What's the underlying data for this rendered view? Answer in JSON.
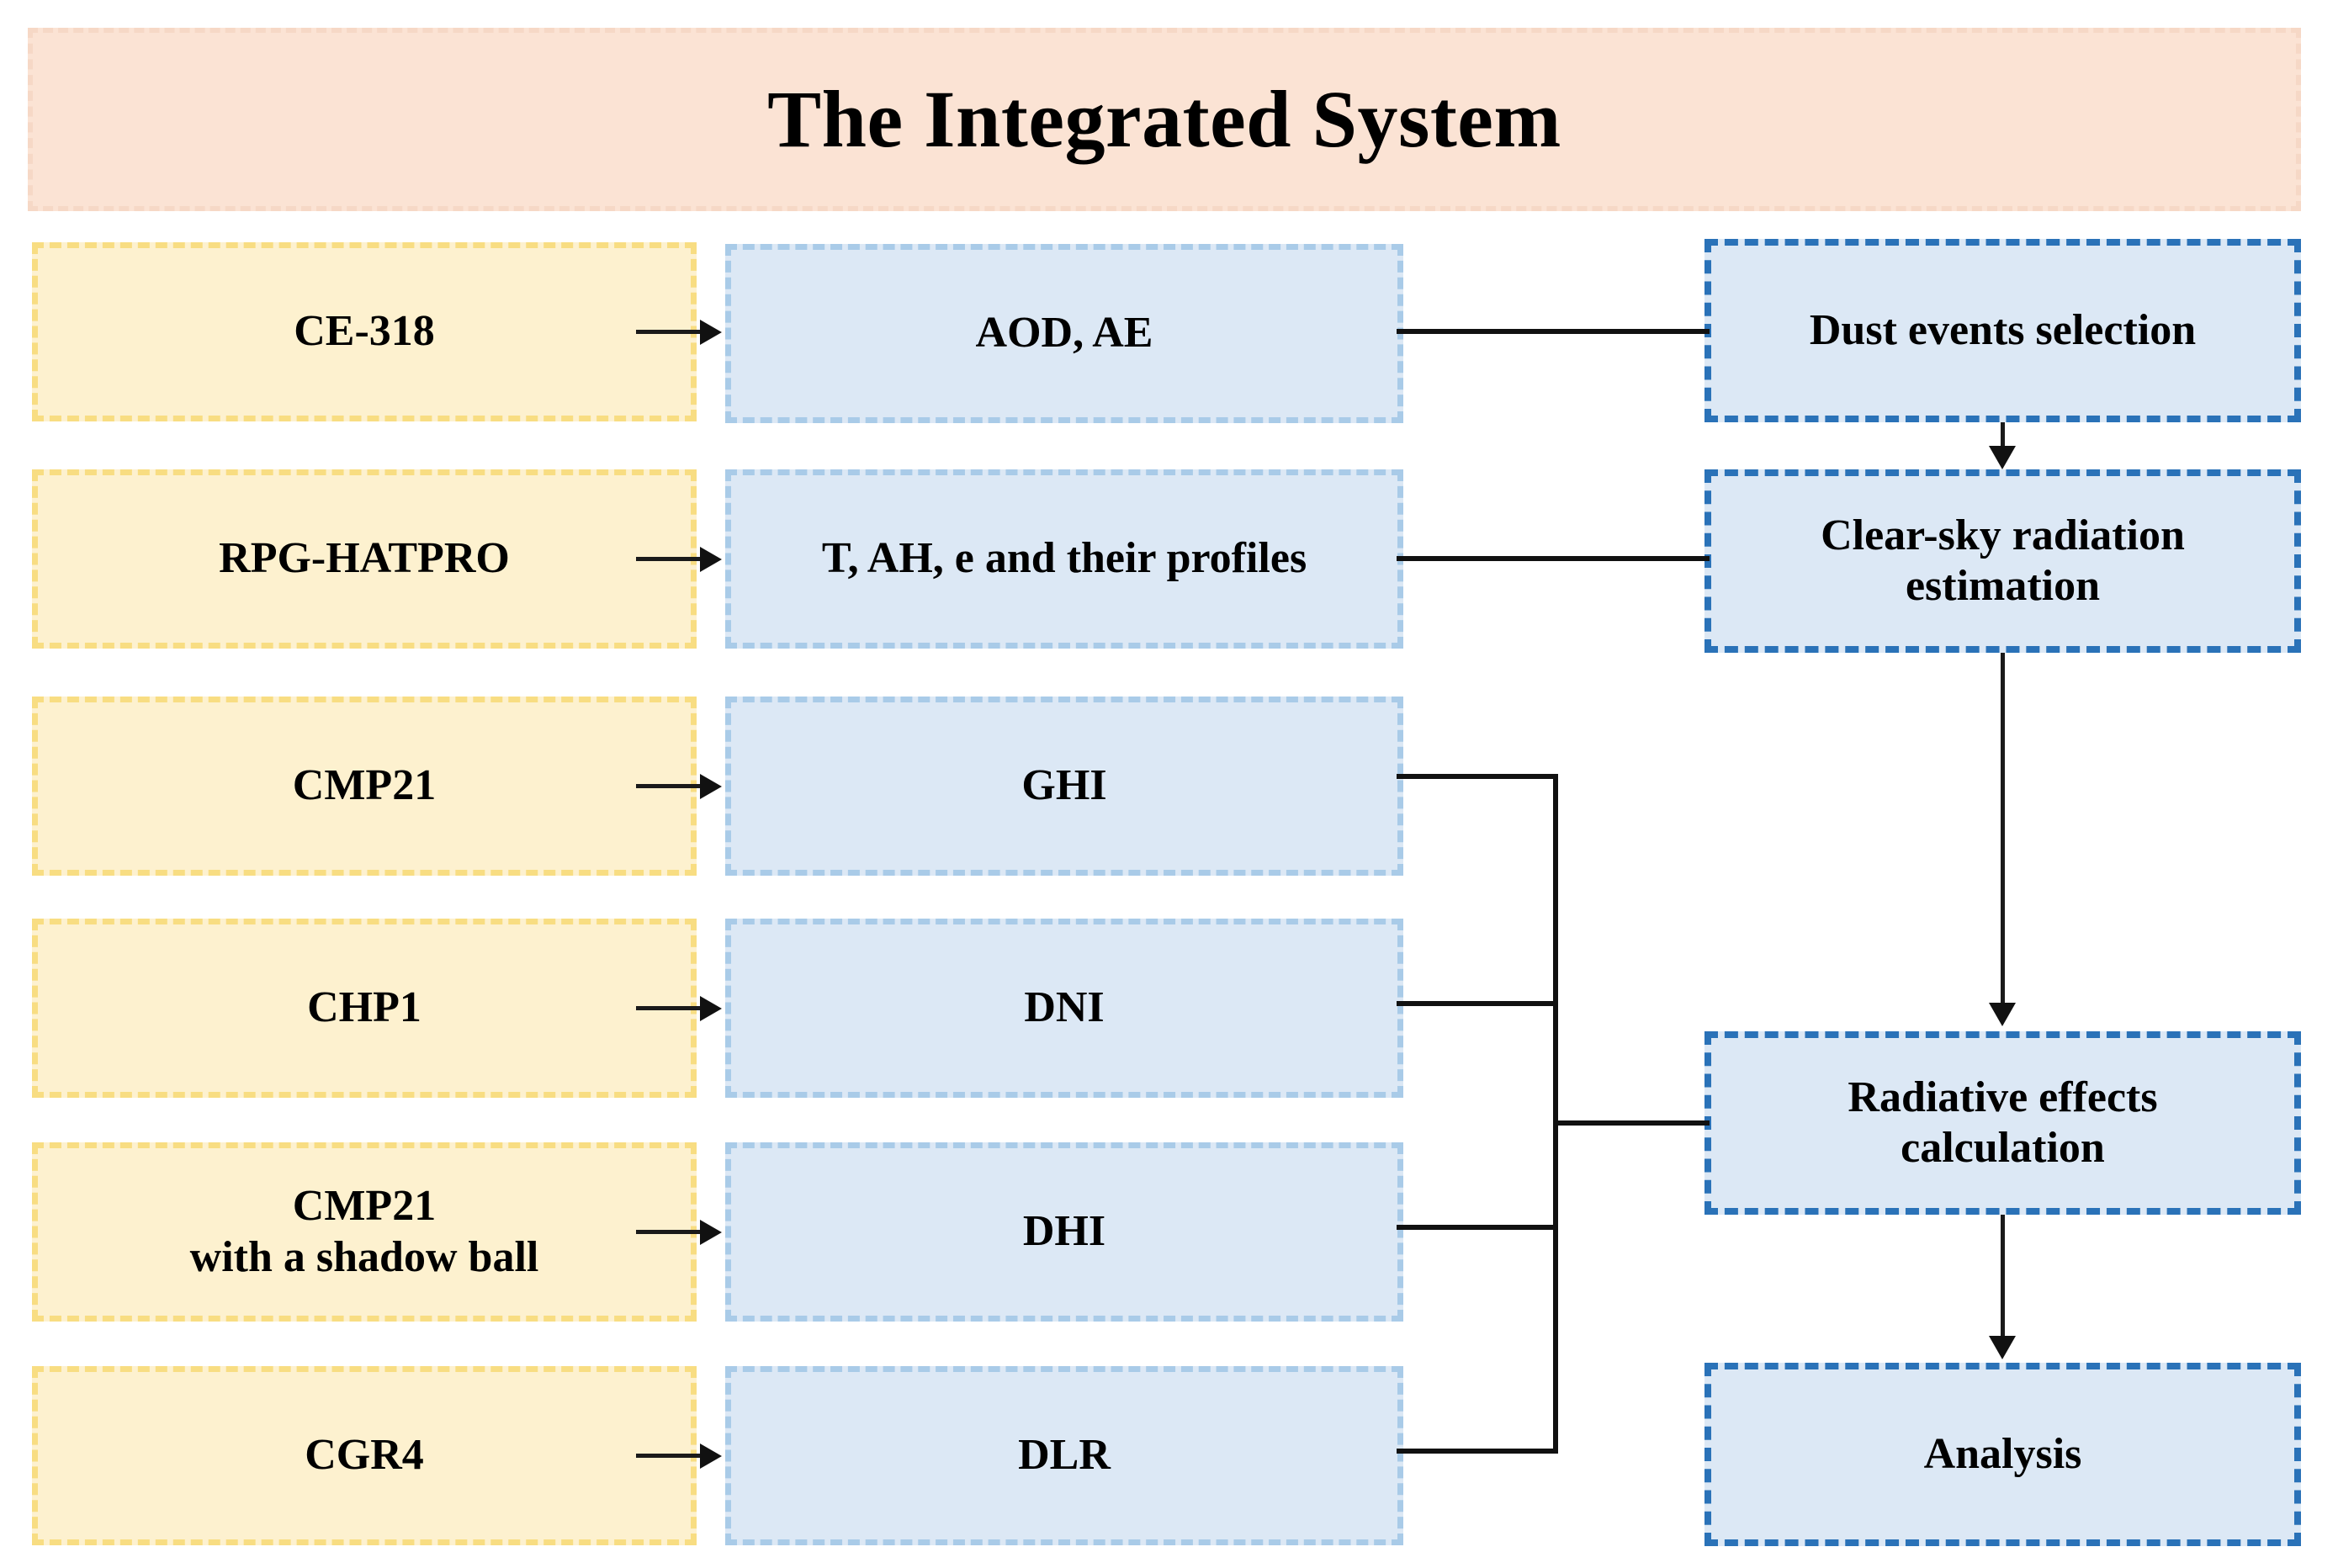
{
  "banner": {
    "title": "The Integrated System",
    "background_color": "#fbe3d4",
    "border_color": "#f6d8c6"
  },
  "colors": {
    "instrument_fill": "#fdf1cf",
    "instrument_border": "#f8dd82",
    "measurement_fill": "#dce8f5",
    "measurement_border": "#a9cbe8",
    "process_fill": "#dce8f5",
    "process_border": "#2a72b8",
    "connector": "#111111"
  },
  "columns": {
    "instruments": [
      {
        "id": "ce318",
        "label": "CE-318"
      },
      {
        "id": "hatpro",
        "label": "RPG-HATPRO"
      },
      {
        "id": "cmp21",
        "label": "CMP21"
      },
      {
        "id": "chp1",
        "label": "CHP1"
      },
      {
        "id": "cmp21sb",
        "label": "CMP21\nwith a shadow ball"
      },
      {
        "id": "cgr4",
        "label": "CGR4"
      }
    ],
    "measurements": [
      {
        "id": "aodae",
        "label": "AOD, AE"
      },
      {
        "id": "profiles",
        "label": "T, AH, e and their profiles"
      },
      {
        "id": "ghi",
        "label": "GHI"
      },
      {
        "id": "dni",
        "label": "DNI"
      },
      {
        "id": "dhi",
        "label": "DHI"
      },
      {
        "id": "dlr",
        "label": "DLR"
      }
    ],
    "processes": [
      {
        "id": "dust",
        "label": "Dust events selection"
      },
      {
        "id": "clearsky",
        "label": "Clear-sky radiation\nestimation"
      },
      {
        "id": "radeffect",
        "label": "Radiative effects\ncalculation"
      },
      {
        "id": "analysis",
        "label": "Analysis"
      }
    ]
  },
  "connections": [
    {
      "from": "ce318",
      "to": "aodae",
      "type": "arrow"
    },
    {
      "from": "hatpro",
      "to": "profiles",
      "type": "arrow"
    },
    {
      "from": "cmp21",
      "to": "ghi",
      "type": "arrow"
    },
    {
      "from": "chp1",
      "to": "dni",
      "type": "arrow"
    },
    {
      "from": "cmp21sb",
      "to": "dhi",
      "type": "arrow"
    },
    {
      "from": "cgr4",
      "to": "dlr",
      "type": "arrow"
    },
    {
      "from": "aodae",
      "to": "dust",
      "type": "line"
    },
    {
      "from": "profiles",
      "to": "clearsky",
      "type": "line"
    },
    {
      "from": "ghi",
      "to": "radeffect",
      "type": "bus"
    },
    {
      "from": "dni",
      "to": "radeffect",
      "type": "bus"
    },
    {
      "from": "dhi",
      "to": "radeffect",
      "type": "bus"
    },
    {
      "from": "dlr",
      "to": "radeffect",
      "type": "bus"
    },
    {
      "from": "dust",
      "to": "clearsky",
      "type": "arrow"
    },
    {
      "from": "clearsky",
      "to": "radeffect",
      "type": "arrow"
    },
    {
      "from": "radeffect",
      "to": "analysis",
      "type": "arrow"
    }
  ]
}
